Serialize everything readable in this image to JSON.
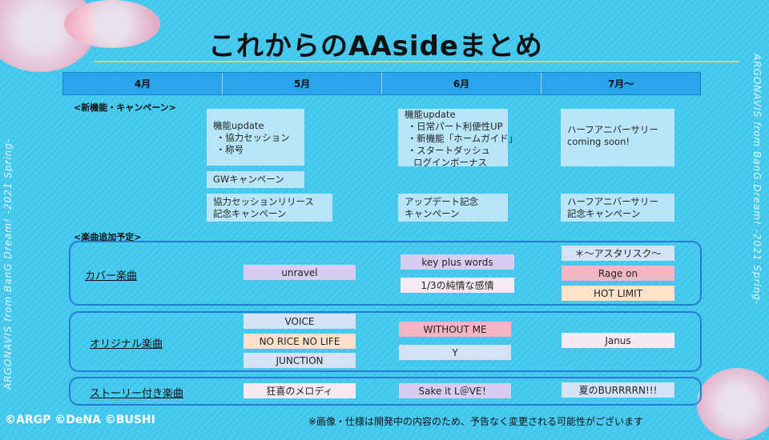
{
  "title": "これからのAAsideまとめ",
  "months": [
    "4月",
    "5月",
    "6月",
    "7月～"
  ],
  "sections": {
    "features": "<新機能・キャンペーン>",
    "songs": "<楽曲追加予定>"
  },
  "features": {
    "may_update": "機能update\n ・協力セッション\n ・称号",
    "may_gw": "GWキャンペーン",
    "may_campaign": "協力セッションリリース\n記念キャンペーン",
    "jun_update": "機能update\n ・日常パート利便性UP\n ・新機能「ホームガイド」\n ・スタートダッシュ\n   ログインボーナス",
    "jun_campaign": "アップデート記念\nキャンペーン",
    "jul_coming": "ハーフアニバーサリー\ncoming soon!",
    "jul_campaign": "ハーフアニバーサリー\n記念キャンペーン"
  },
  "groups": {
    "cover": {
      "label": "カバー楽曲",
      "may": [
        "unravel"
      ],
      "jun": [
        "key plus words",
        "1/3の純情な感情"
      ],
      "jul": [
        "＊～アスタリスク～",
        "Rage on",
        "HOT LIMIT"
      ]
    },
    "original": {
      "label": "オリジナル楽曲",
      "may": [
        "VOICE",
        "NO RICE NO LIFE",
        "JUNCTION"
      ],
      "jun": [
        "WITHOUT ME",
        "Y"
      ],
      "jul": [
        "Janus"
      ]
    },
    "story": {
      "label": "ストーリー付き楽曲",
      "may": [
        "狂喜のメロディ"
      ],
      "jun": [
        "Sake it L＠VE！"
      ],
      "jul": [
        "夏のBURRRRN!!!"
      ]
    }
  },
  "side_text": "ARGONAVIS from BanG Dream! -2021 Spring-",
  "copyright": "©ARGP ©DeNA ©BUSHI",
  "note": "※画像・仕様は開発中の内容のため、予告なく変更される可能性がございます"
}
